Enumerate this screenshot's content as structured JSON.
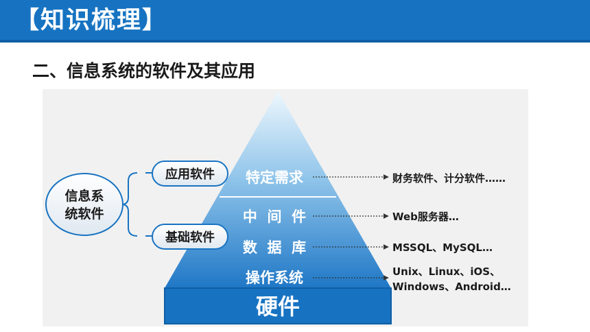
{
  "header": {
    "title": "【知识梳理】"
  },
  "section": {
    "title": "二、信息系统的软件及其应用"
  },
  "diagram": {
    "root_label_line1": "信息系",
    "root_label_line2": "统软件",
    "categories": [
      "应用软件",
      "基础软件"
    ],
    "layers": [
      "特定需求",
      "中  间  件",
      "数  据  库",
      "操作系统"
    ],
    "base": "硬件",
    "examples": [
      {
        "lines": [
          "财务软件、计分软件……"
        ]
      },
      {
        "lines": [
          "Web服务器…"
        ]
      },
      {
        "lines": [
          "MSSQL、MySQL…"
        ]
      },
      {
        "lines": [
          "Unix、Linux、iOS、",
          "Windows、Android…"
        ]
      }
    ],
    "colors": {
      "header": "#1773c2",
      "pyramid_top": "#e9f4fc",
      "pyramid_bottom": "#1f77c6",
      "base": "#1773c2"
    }
  }
}
